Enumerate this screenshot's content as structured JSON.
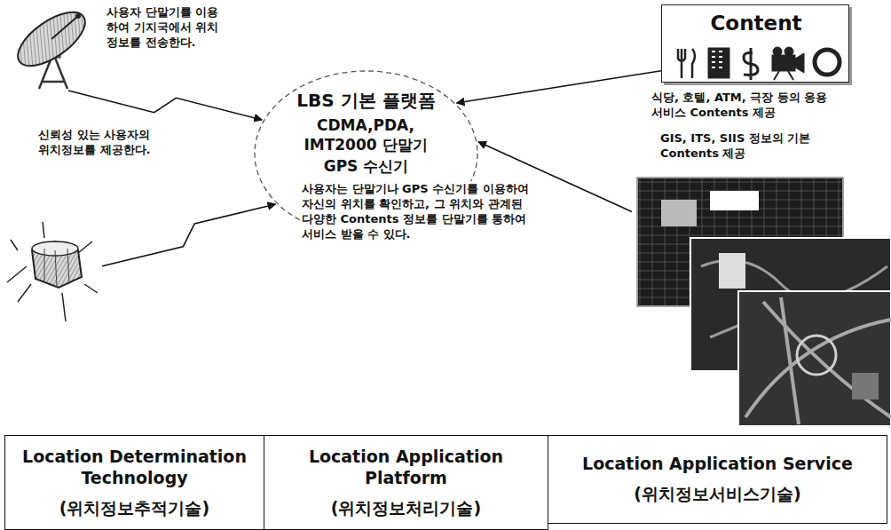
{
  "diagram": {
    "nodes": [
      {
        "text": [
          "사용자 단말기를 이용 하여 기지국에서 위치 정보를 전송한다."
        ]
      },
      {
        "text": [
          "Content",
          "식당, 호텔, ATM, 극장 등의 응용 서비스 Contents 제공"
        ]
      },
      {
        "text": [
          "LBS 기본 플랫폼",
          "CDMA,PDA, IMT2000 단말기",
          "GPS 수신기"
        ]
      },
      {
        "text": [
          "GIS, ITS, SIIS 정보의 기본 Contents 제공"
        ]
      },
      {
        "text": [
          "신뢰성 있는 사용자의 위치정보를 제공한다."
        ]
      },
      {
        "text": [
          "Location Determination Technology",
          "(위치정보추적기술)"
        ]
      },
      {
        "text": [
          "Location Application Platform",
          "(위치정보처리기술)"
        ]
      },
      {
        "text": [
          "Location Application Service",
          "(위치정보서비스기술)"
        ]
      }
    ],
    "edges": [
      {
        "from": 0,
        "to": 2,
        "arrow": "to"
      },
      {
        "from": 1,
        "to": 2,
        "arrow": "to"
      },
      {
        "from": 3,
        "to": 2,
        "arrow": "to"
      },
      {
        "from": 4,
        "to": 2,
        "arrow": "to"
      }
    ],
    "labels": [
      "사용자는 단말기나 GPS 수신기를 이용하여 자신의 위치를 확인하고, 그 위치와 관계된 다양한 Contents 정보를 단말기를 통하여 서비스 받을 수 있다."
    ]
  }
}
